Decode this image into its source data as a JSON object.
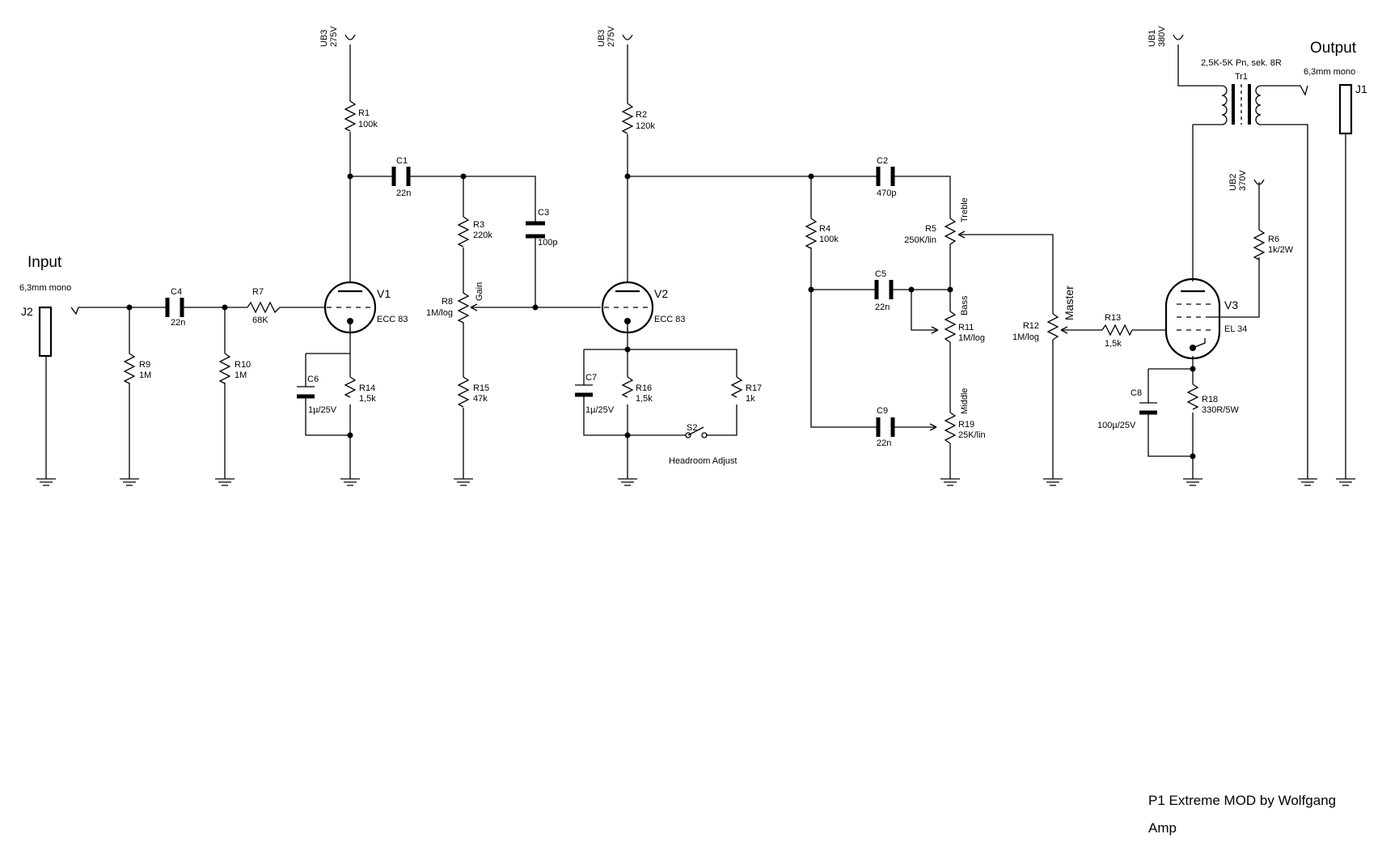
{
  "title": {
    "line1": "P1 Extreme MOD by Wolfgang",
    "line2": "Amp"
  },
  "input": {
    "heading": "Input",
    "type": "6,3mm mono",
    "ref": "J2"
  },
  "output": {
    "heading": "Output",
    "type": "6,3mm mono",
    "ref": "J1"
  },
  "supplies": [
    {
      "ref": "UB3",
      "value": "275V"
    },
    {
      "ref": "UB3",
      "value": "275V"
    },
    {
      "ref": "UB1",
      "value": "380V"
    },
    {
      "ref": "UB2",
      "value": "370V"
    }
  ],
  "resistors": [
    {
      "ref": "R1",
      "value": "100k"
    },
    {
      "ref": "R2",
      "value": "120k"
    },
    {
      "ref": "R3",
      "value": "220k"
    },
    {
      "ref": "R4",
      "value": "100k"
    },
    {
      "ref": "R6",
      "value": "1k/2W"
    },
    {
      "ref": "R7",
      "value": "68K"
    },
    {
      "ref": "R9",
      "value": "1M"
    },
    {
      "ref": "R10",
      "value": "1M"
    },
    {
      "ref": "R13",
      "value": "1,5k"
    },
    {
      "ref": "R14",
      "value": "1,5k"
    },
    {
      "ref": "R15",
      "value": "47k"
    },
    {
      "ref": "R16",
      "value": "1,5k"
    },
    {
      "ref": "R17",
      "value": "1k"
    },
    {
      "ref": "R18",
      "value": "330R/5W"
    }
  ],
  "pots": [
    {
      "ref": "R5",
      "value": "250K/lin",
      "name": "Treble"
    },
    {
      "ref": "R8",
      "value": "1M/log",
      "name": "Gain"
    },
    {
      "ref": "R11",
      "value": "1M/log",
      "name": "Bass"
    },
    {
      "ref": "R12",
      "value": "1M/log",
      "name": "Master"
    },
    {
      "ref": "R19",
      "value": "25K/lin",
      "name": "Middle"
    }
  ],
  "capacitors": [
    {
      "ref": "C1",
      "value": "22n"
    },
    {
      "ref": "C2",
      "value": "470p"
    },
    {
      "ref": "C3",
      "value": "100p"
    },
    {
      "ref": "C4",
      "value": "22n"
    },
    {
      "ref": "C5",
      "value": "22n"
    },
    {
      "ref": "C6",
      "value": "1µ/25V"
    },
    {
      "ref": "C7",
      "value": "1µ/25V"
    },
    {
      "ref": "C8",
      "value": "100µ/25V"
    },
    {
      "ref": "C9",
      "value": "22n"
    }
  ],
  "tubes": [
    {
      "ref": "V1",
      "type": "ECC 83"
    },
    {
      "ref": "V2",
      "type": "ECC 83"
    },
    {
      "ref": "V3",
      "type": "EL 34"
    }
  ],
  "transformer": {
    "ref": "Tr1",
    "spec": "2,5K-5K Pn, sek. 8R"
  },
  "switch": {
    "ref": "S2",
    "name": "Headroom Adjust"
  }
}
